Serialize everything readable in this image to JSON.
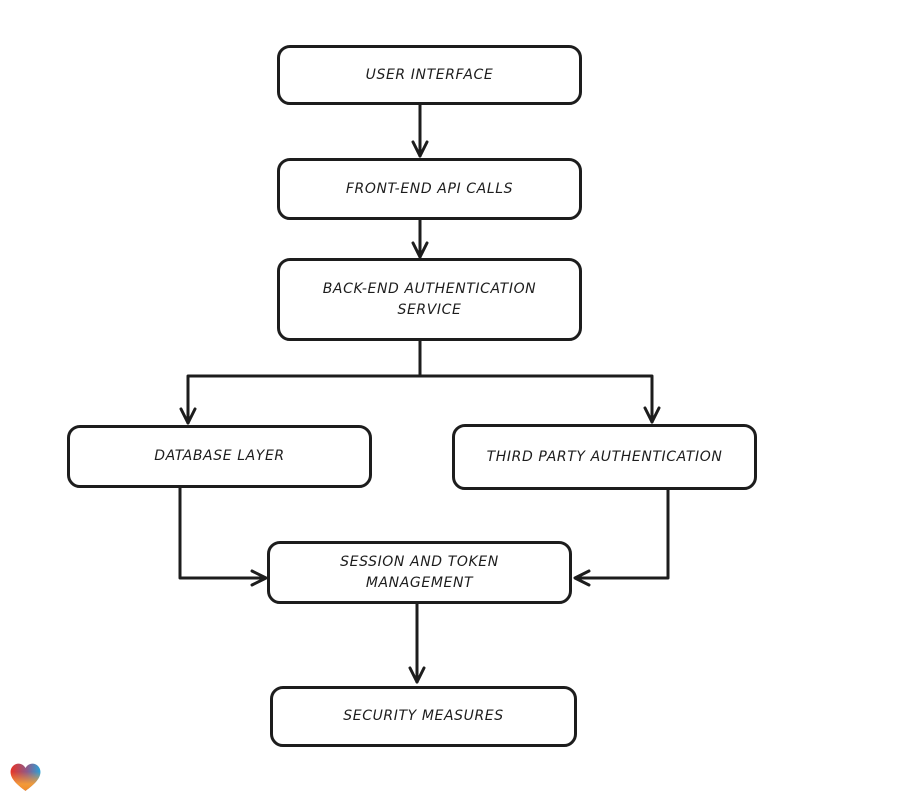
{
  "diagram": {
    "type": "flowchart",
    "style": "hand-drawn",
    "nodes": [
      {
        "id": "user-interface",
        "label": "USER INTERFACE"
      },
      {
        "id": "front-end-api-calls",
        "label": "FRONT-END API CALLS"
      },
      {
        "id": "back-end-authentication-service",
        "label": "BACK-END AUTHENTICATION\nSERVICE"
      },
      {
        "id": "database-layer",
        "label": "DATABASE LAYER"
      },
      {
        "id": "third-party-authentication",
        "label": "THIRD PARTY AUTHENTICATION"
      },
      {
        "id": "session-and-token-management",
        "label": "SESSION AND TOKEN\nMANAGEMENT"
      },
      {
        "id": "security-measures",
        "label": "SECURITY MEASURES"
      }
    ],
    "edges": [
      {
        "from": "user-interface",
        "to": "front-end-api-calls"
      },
      {
        "from": "front-end-api-calls",
        "to": "back-end-authentication-service"
      },
      {
        "from": "back-end-authentication-service",
        "to": "database-layer"
      },
      {
        "from": "back-end-authentication-service",
        "to": "third-party-authentication"
      },
      {
        "from": "database-layer",
        "to": "session-and-token-management"
      },
      {
        "from": "third-party-authentication",
        "to": "session-and-token-management"
      },
      {
        "from": "session-and-token-management",
        "to": "security-measures"
      }
    ],
    "colors": {
      "background": "#ffffff",
      "node_fill": "#ffffff",
      "stroke": "#1d1d1d",
      "heart_red": "#e93325",
      "heart_blue": "#29a3d9",
      "heart_orange": "#f79d35"
    },
    "watermark": {
      "icon": "heart-icon"
    }
  }
}
